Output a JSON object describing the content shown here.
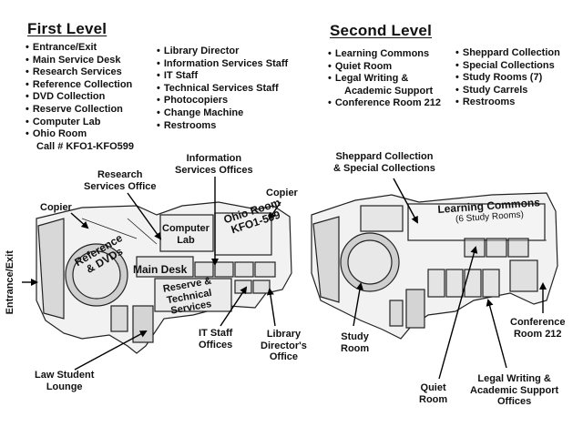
{
  "first_level": {
    "title": "First Level",
    "col1": [
      "Entrance/Exit",
      "Main Service Desk",
      "Research Services",
      "Reference Collection",
      "DVD Collection",
      "Reserve Collection",
      "Computer Lab",
      "Ohio Room",
      "Call # KFO1-KFO599"
    ],
    "col2": [
      "Library Director",
      "Information Services Staff",
      "IT Staff",
      "Technical Services Staff",
      "Photocopiers",
      "Change Machine",
      "Restrooms"
    ],
    "map_labels": {
      "information_services": [
        "Information",
        "Services Offices"
      ],
      "research_services": [
        "Research",
        "Services Office"
      ],
      "copier_left": "Copier",
      "copier_right": "Copier",
      "computer_lab": [
        "Computer",
        "Lab"
      ],
      "ohio_room": [
        "Ohio Room",
        "KFO1-599"
      ],
      "reference_dvds": [
        "Reference",
        "& DVDs"
      ],
      "main_desk": "Main Desk",
      "reserve_technical": [
        "Reserve &",
        "Technical",
        "Services"
      ],
      "entrance_exit": "Entrance/Exit",
      "it_staff": [
        "IT Staff",
        "Offices"
      ],
      "library_director": [
        "Library",
        "Director's",
        "Office"
      ],
      "law_student_lounge": [
        "Law Student",
        "Lounge"
      ]
    }
  },
  "second_level": {
    "title": "Second Level",
    "col1": [
      "Learning Commons",
      "Quiet Room",
      "Legal Writing &",
      "Academic Support",
      "Conference Room 212"
    ],
    "col2": [
      "Sheppard Collection",
      "Special Collections",
      "Study Rooms (7)",
      "Study Carrels",
      "Restrooms"
    ],
    "map_labels": {
      "sheppard_special": [
        "Sheppard Collection",
        "& Special Collections"
      ],
      "learning_commons": [
        "Learning Commons",
        "(6 Study Rooms)"
      ],
      "study_room": [
        "Study",
        "Room"
      ],
      "conference_room": [
        "Conference",
        "Room 212"
      ],
      "quiet_room": [
        "Quiet",
        "Room"
      ],
      "legal_writing": [
        "Legal Writing &",
        "Academic Support",
        "Offices"
      ]
    }
  }
}
